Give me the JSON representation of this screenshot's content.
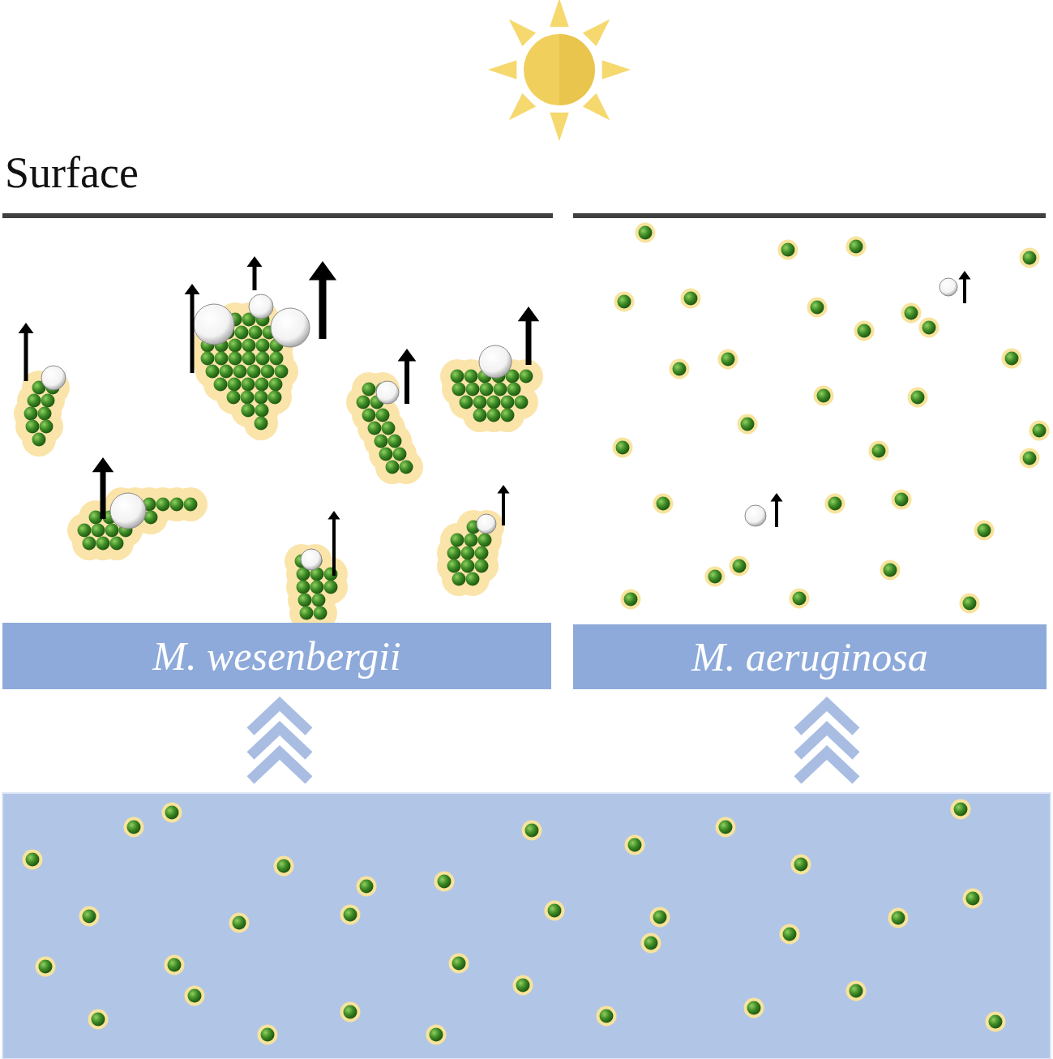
{
  "diagram": {
    "nodes": [
      {
        "text": [
          "M. wesenbergii"
        ]
      },
      {
        "text": [
          "M. aeruginosa"
        ]
      }
    ],
    "labels": [
      "Surface"
    ]
  }
}
